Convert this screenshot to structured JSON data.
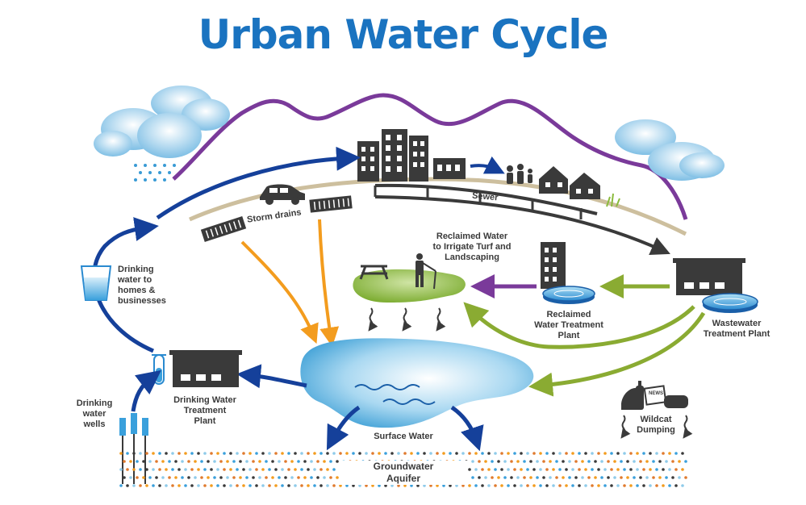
{
  "title": "Urban Water Cycle",
  "labels": {
    "storm_drains": "Storm drains",
    "sewer": "Sewer",
    "reclaimed_water_irrigate": "Reclaimed Water\nto Irrigate Turf and\nLandscaping",
    "drinking_water_homes": "Drinking\nwater to\nhomes &\nbusinesses",
    "reclaimed_plant": "Reclaimed\nWater Treatment\nPlant",
    "wastewater_plant": "Wastewater\nTreatment Plant",
    "drinking_plant": "Drinking Water\nTreatment\nPlant",
    "drinking_wells": "Drinking\nwater\nwells",
    "surface_water": "Surface Water",
    "wildcat_dumping": "Wildcat\nDumping",
    "groundwater": "Groundwater\nAquifer",
    "news": "NEWS"
  },
  "colors": {
    "title": "#1a73c0",
    "blue_arrow": "#15409a",
    "orange_arrow": "#f39c1e",
    "green_arrow": "#8aab32",
    "purple": "#7a3a9a",
    "dark_gray": "#3a3a3a",
    "surface_water": "#8fcbea",
    "turf": "#8aba3c",
    "cloud": "#9fd0ec"
  }
}
